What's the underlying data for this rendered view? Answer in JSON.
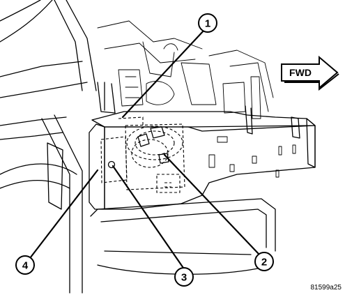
{
  "callouts": [
    {
      "id": "callout-1",
      "label": "1"
    },
    {
      "id": "callout-2",
      "label": "2"
    },
    {
      "id": "callout-3",
      "label": "3"
    },
    {
      "id": "callout-4",
      "label": "4"
    }
  ],
  "direction_label": "FWD",
  "figure_id": "81599a25"
}
